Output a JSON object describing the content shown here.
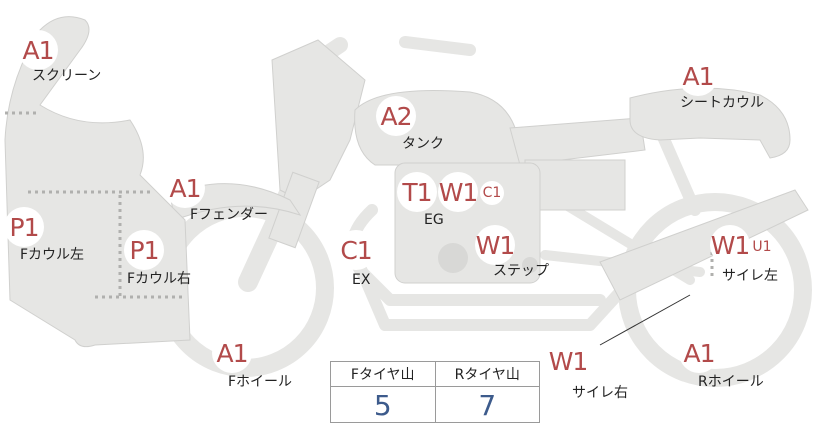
{
  "grades": {
    "screen": "A1",
    "tank": "A2",
    "seat_cowl": "A1",
    "f_fender": "A1",
    "f_cowl_left": "P1",
    "f_cowl_right": "P1",
    "exhaust": "C1",
    "engine_t": "T1",
    "engine_w": "W1",
    "engine_c": "C1",
    "step": "W1",
    "side_l_w": "W1",
    "side_l_u": "U1",
    "side_r": "W1",
    "f_wheel": "A1",
    "r_wheel": "A1"
  },
  "labels": {
    "screen": "スクリーン",
    "tank": "タンク",
    "seat_cowl": "シートカウル",
    "f_fender": "Fフェンダー",
    "f_cowl_left": "Fカウル左",
    "f_cowl_right": "Fカウル右",
    "exhaust": "EX",
    "engine": "EG",
    "step": "ステップ",
    "side_l": "サイレ左",
    "side_r": "サイレ右",
    "f_wheel": "Fホイール",
    "r_wheel": "Rホイール"
  },
  "tire_tread": {
    "headers": [
      "Fタイヤ山",
      "Rタイヤ山"
    ],
    "values": [
      "5",
      "7"
    ]
  },
  "colors": {
    "grade": "#b24a4a",
    "tread_value": "#3d5b8c",
    "body_fill": "#e6e6e4",
    "body_stroke": "#c9c9c7"
  }
}
